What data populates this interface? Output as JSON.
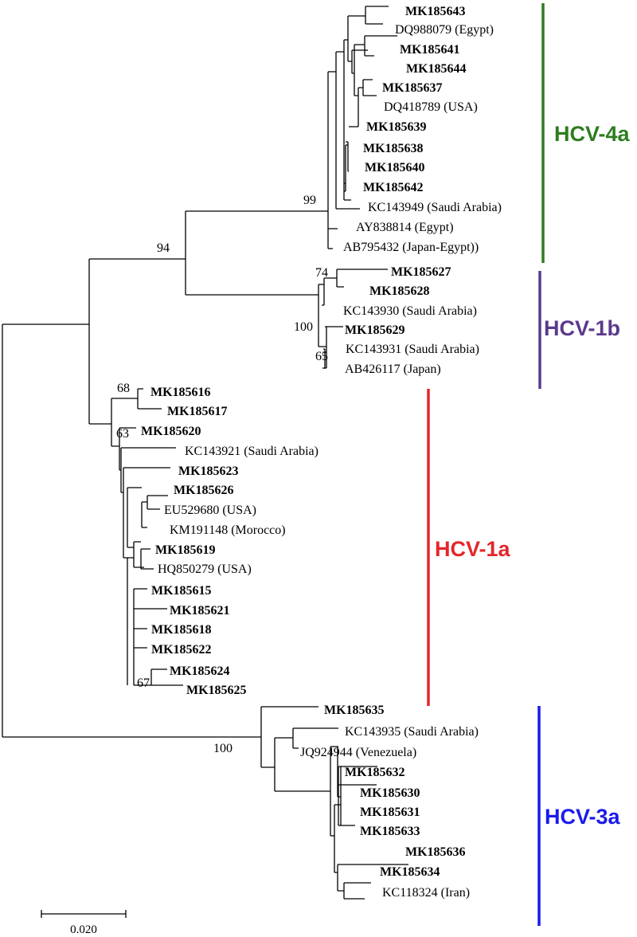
{
  "colors": {
    "hcv4a": "#2e7d1f",
    "hcv1b": "#5b3a8c",
    "hcv1a": "#e3262a",
    "hcv3a": "#1a1aec",
    "reference": "#000000"
  },
  "leaves": [
    {
      "label": "MK185643",
      "study": true,
      "clade": "hcv4a"
    },
    {
      "label": "DQ988079 (Egypt)",
      "study": false,
      "clade": "hcv4a"
    },
    {
      "label": "MK185641",
      "study": true,
      "clade": "hcv4a"
    },
    {
      "label": "MK185644",
      "study": true,
      "clade": "hcv4a"
    },
    {
      "label": "MK185637",
      "study": true,
      "clade": "hcv4a"
    },
    {
      "label": "DQ418789 (USA)",
      "study": false,
      "clade": "hcv4a"
    },
    {
      "label": "MK185639",
      "study": true,
      "clade": "hcv4a"
    },
    {
      "label": "MK185638",
      "study": true,
      "clade": "hcv4a"
    },
    {
      "label": "MK185640",
      "study": true,
      "clade": "hcv4a"
    },
    {
      "label": "MK185642",
      "study": true,
      "clade": "hcv4a"
    },
    {
      "label": "KC143949 (Saudi Arabia)",
      "study": false,
      "clade": "hcv4a"
    },
    {
      "label": "AY838814 (Egypt)",
      "study": false,
      "clade": "hcv4a"
    },
    {
      "label": "AB795432 (Japan-Egypt))",
      "study": false,
      "clade": "hcv4a"
    },
    {
      "label": "MK185627",
      "study": true,
      "clade": "hcv1b"
    },
    {
      "label": "MK185628",
      "study": true,
      "clade": "hcv1b"
    },
    {
      "label": "KC143930 (Saudi Arabia)",
      "study": false,
      "clade": "hcv1b"
    },
    {
      "label": "MK185629",
      "study": true,
      "clade": "hcv1b"
    },
    {
      "label": "KC143931 (Saudi Arabia)",
      "study": false,
      "clade": "hcv1b"
    },
    {
      "label": "AB426117 (Japan)",
      "study": false,
      "clade": "hcv1b"
    },
    {
      "label": "MK185616",
      "study": true,
      "clade": "hcv1a"
    },
    {
      "label": "MK185617",
      "study": true,
      "clade": "hcv1a"
    },
    {
      "label": "MK185620",
      "study": true,
      "clade": "hcv1a"
    },
    {
      "label": "KC143921 (Saudi Arabia)",
      "study": false,
      "clade": "hcv1a"
    },
    {
      "label": "MK185623",
      "study": true,
      "clade": "hcv1a"
    },
    {
      "label": "MK185626",
      "study": true,
      "clade": "hcv1a"
    },
    {
      "label": "EU529680 (USA)",
      "study": false,
      "clade": "hcv1a"
    },
    {
      "label": "KM191148 (Morocco)",
      "study": false,
      "clade": "hcv1a"
    },
    {
      "label": "MK185619",
      "study": true,
      "clade": "hcv1a"
    },
    {
      "label": "HQ850279 (USA)",
      "study": false,
      "clade": "hcv1a"
    },
    {
      "label": "MK185615",
      "study": true,
      "clade": "hcv1a"
    },
    {
      "label": "MK185621",
      "study": true,
      "clade": "hcv1a"
    },
    {
      "label": "MK185618",
      "study": true,
      "clade": "hcv1a"
    },
    {
      "label": "MK185622",
      "study": true,
      "clade": "hcv1a"
    },
    {
      "label": "MK185624",
      "study": true,
      "clade": "hcv1a"
    },
    {
      "label": "MK185625",
      "study": true,
      "clade": "hcv1a"
    },
    {
      "label": "MK185635",
      "study": true,
      "clade": "hcv3a"
    },
    {
      "label": "KC143935 (Saudi Arabia)",
      "study": false,
      "clade": "hcv3a"
    },
    {
      "label": "JQ924944 (Venezuela)",
      "study": false,
      "clade": "hcv3a"
    },
    {
      "label": "MK185632",
      "study": true,
      "clade": "hcv3a"
    },
    {
      "label": "MK185630",
      "study": true,
      "clade": "hcv3a"
    },
    {
      "label": "MK185631",
      "study": true,
      "clade": "hcv3a"
    },
    {
      "label": "MK185633",
      "study": true,
      "clade": "hcv3a"
    },
    {
      "label": "MK185636",
      "study": true,
      "clade": "hcv3a"
    },
    {
      "label": "MK185634",
      "study": true,
      "clade": "hcv3a"
    },
    {
      "label": "KC118324 (Iran)",
      "study": false,
      "clade": "hcv3a"
    }
  ],
  "bootstrap": [
    "99",
    "94",
    "74",
    "100",
    "65",
    "68",
    "63",
    "67",
    "100"
  ],
  "clades": [
    {
      "key": "hcv4a",
      "label": "HCV-4a"
    },
    {
      "key": "hcv1b",
      "label": "HCV-1b"
    },
    {
      "key": "hcv1a",
      "label": "HCV-1a"
    },
    {
      "key": "hcv3a",
      "label": "HCV-3a"
    }
  ],
  "scale_bar": {
    "label": "0.020"
  }
}
